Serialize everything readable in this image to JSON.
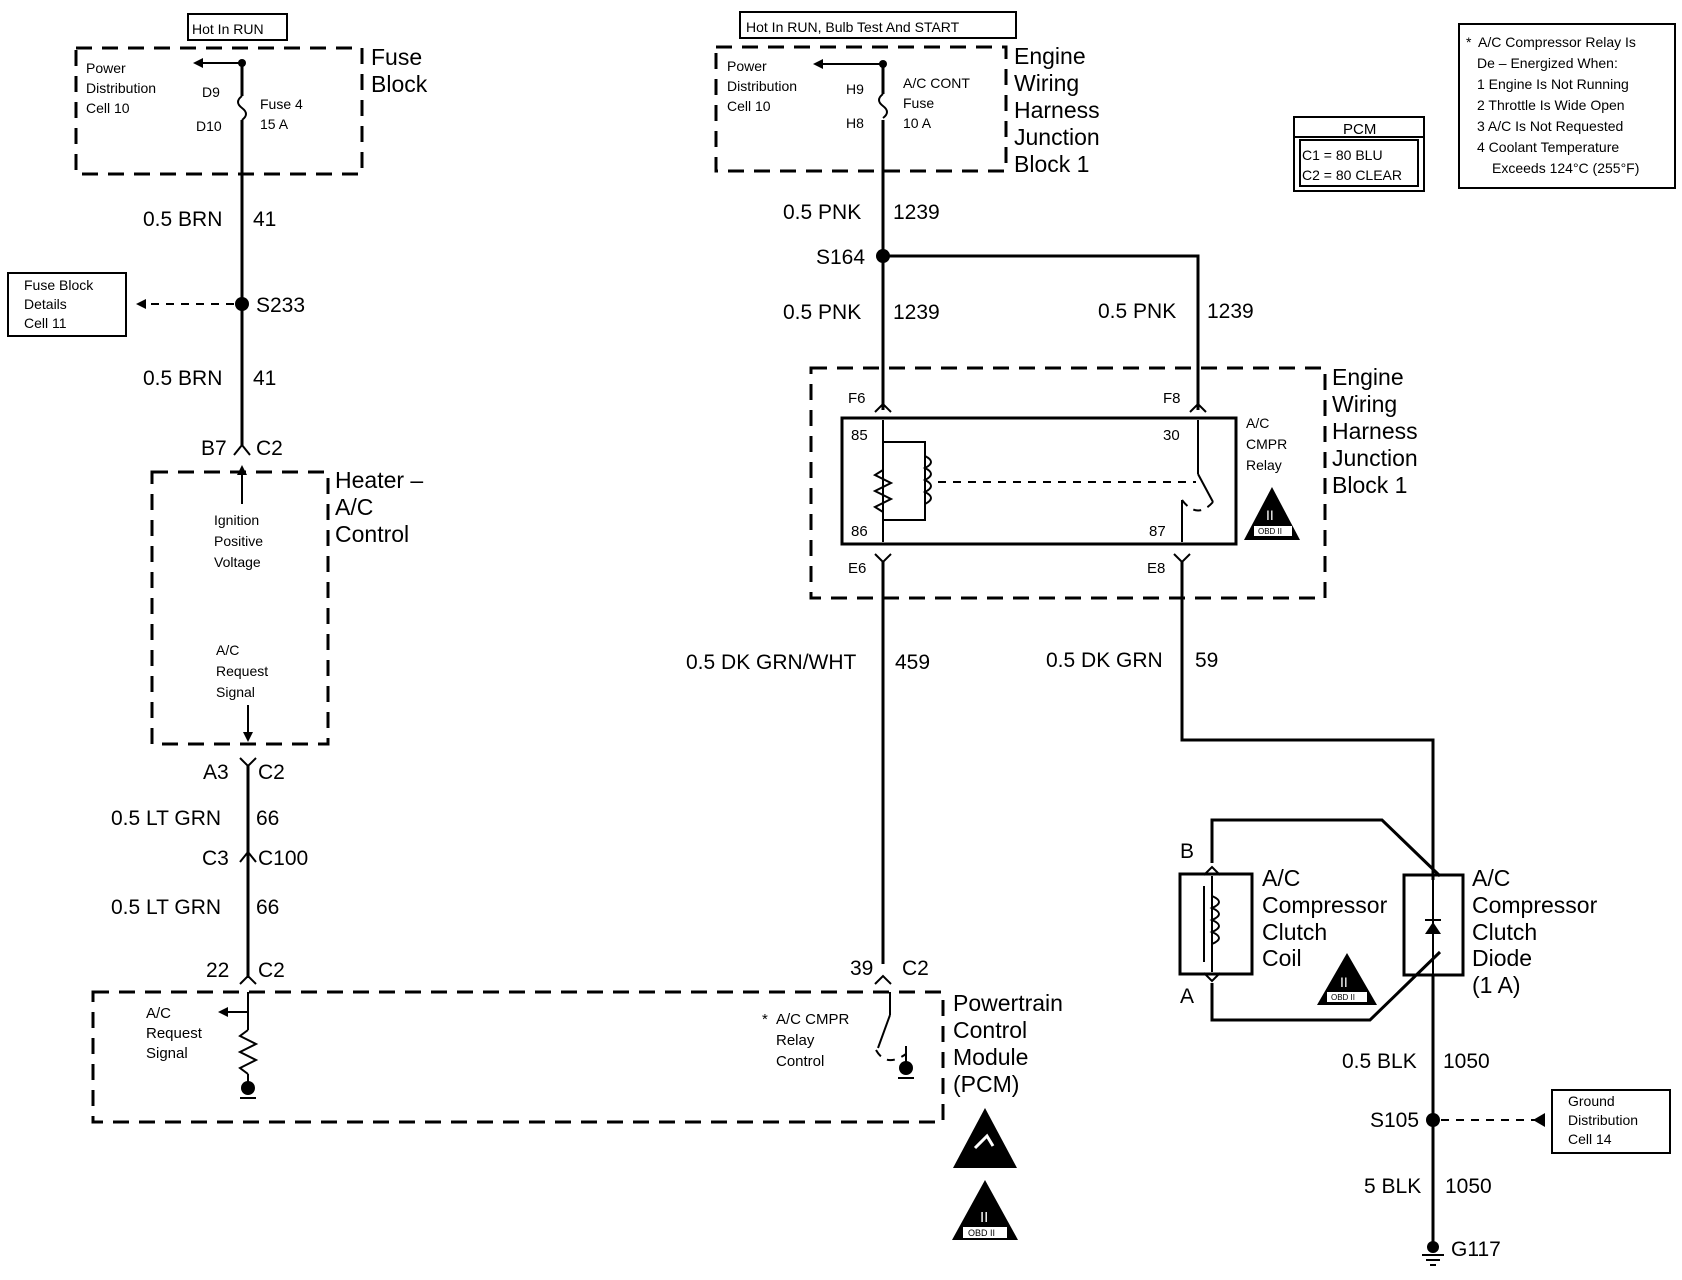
{
  "labels": {
    "hot_in_run": "Hot In RUN",
    "hot_in_run_bulb": "Hot In RUN, Bulb Test And START",
    "pdc_left": [
      "Power",
      "Distribution",
      "Cell 10"
    ],
    "pdc_mid": [
      "Power",
      "Distribution",
      "Cell 10"
    ],
    "d9": "D9",
    "d10": "D10",
    "fuse4": [
      "Fuse 4",
      "15 A"
    ],
    "fuse_block_title": [
      "Fuse",
      "Block"
    ],
    "h9": "H9",
    "h8": "H8",
    "ac_cont_fuse": [
      "A/C CONT",
      "Fuse",
      "10 A"
    ],
    "ewhjb_top": [
      "Engine",
      "Wiring",
      "Harness",
      "Junction",
      "Block 1"
    ],
    "ewhjb_relay": [
      "Engine",
      "Wiring",
      "Harness",
      "Junction",
      "Block 1"
    ],
    "pcm_box_title": "PCM",
    "pcm_c1": "C1 = 80 BLU",
    "pcm_c2": "C2 = 80 CLEAR",
    "note_lines": [
      "A/C Compressor Relay Is",
      "De – Energized When:",
      "1  Engine Is Not Running",
      "2  Throttle Is Wide Open",
      "3  A/C Is Not Requested",
      "4  Coolant Temperature",
      "Exceeds 124°C (255°F)"
    ],
    "note_star": "*",
    "brn_color_1": "0.5 BRN",
    "brn_circ_1": "41",
    "brn_color_2": "0.5 BRN",
    "brn_circ_2": "41",
    "s233": "S233",
    "fbd_lines": [
      "Fuse Block",
      "Details",
      "Cell 11"
    ],
    "b7": "B7",
    "c2_b7": "C2",
    "heater_title": [
      "Heater –",
      "A/C",
      "Control"
    ],
    "ign_lines": [
      "Ignition",
      "Positive",
      "Voltage"
    ],
    "ac_req_lines_heater": [
      "A/C",
      "Request",
      "Signal"
    ],
    "a3": "A3",
    "c2_a3": "C2",
    "ltgrn_color_1": "0.5 LT GRN",
    "ltgrn_circ_1": "66",
    "c3": "C3",
    "c100": "C100",
    "ltgrn_color_2": "0.5 LT GRN",
    "ltgrn_circ_2": "66",
    "p22": "22",
    "c2_22": "C2",
    "ac_req_lines_pcm": [
      "A/C",
      "Request",
      "Signal"
    ],
    "pink_color_1": "0.5 PNK",
    "pink_circ_1": "1239",
    "s164": "S164",
    "pink_color_2": "0.5 PNK",
    "pink_circ_2": "1239",
    "pink_color_3": "0.5 PNK",
    "pink_circ_3": "1239",
    "f6": "F6",
    "f8": "F8",
    "pin85": "85",
    "pin86": "86",
    "pin30": "30",
    "pin87": "87",
    "relay_lines": [
      "A/C",
      "CMPR",
      "Relay"
    ],
    "e6": "E6",
    "e8": "E8",
    "dkgrnwht_color": "0.5 DK GRN/WHT",
    "dkgrnwht_circ": "459",
    "dkgrn_color": "0.5 DK GRN",
    "dkgrn_circ": "59",
    "p39": "39",
    "c2_39": "C2",
    "pcm_relay_ctl_star": "*",
    "pcm_relay_ctl": [
      "A/C CMPR",
      "Relay",
      "Control"
    ],
    "pcm_title": [
      "Powertrain",
      "Control",
      "Module",
      "(PCM)"
    ],
    "pin_b": "B",
    "pin_a": "A",
    "clutch_coil": [
      "A/C",
      "Compressor",
      "Clutch",
      "Coil"
    ],
    "clutch_diode": [
      "A/C",
      "Compressor",
      "Clutch",
      "Diode",
      "(1 A)"
    ],
    "blk_color_1": "0.5 BLK",
    "blk_circ_1": "1050",
    "s105": "S105",
    "gd_lines": [
      "Ground",
      "Distribution",
      "Cell 14"
    ],
    "blk_color_2": "5 BLK",
    "blk_circ_2": "1050",
    "g117": "G117",
    "obd_badge": "OBD II"
  },
  "colors": {
    "ink": "#000000",
    "paper": "#ffffff"
  }
}
